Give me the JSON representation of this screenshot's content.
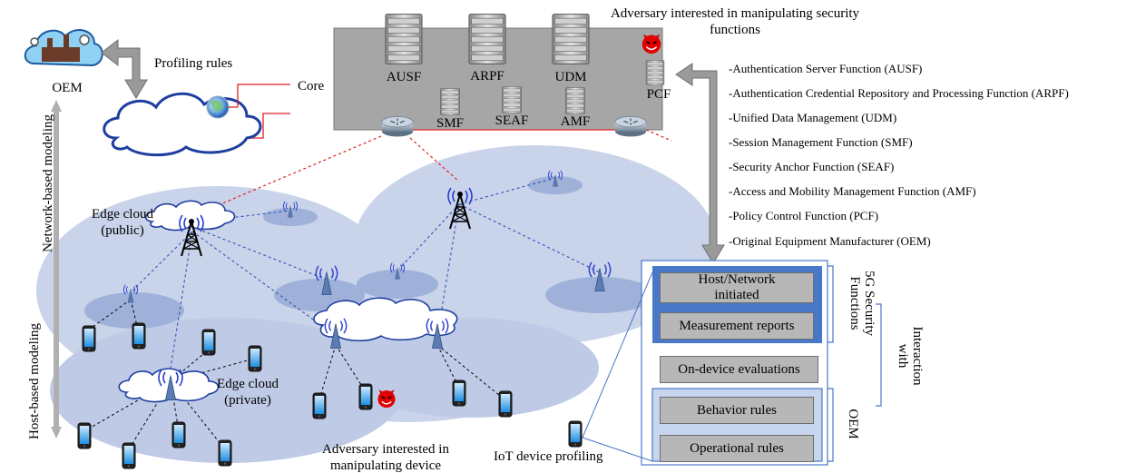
{
  "oem": {
    "label": "OEM"
  },
  "profiling_rules": "Profiling rules",
  "core": {
    "label": "Core",
    "functions": [
      "AUSF",
      "ARPF",
      "UDM",
      "SMF",
      "SEAF",
      "AMF",
      "PCF"
    ]
  },
  "adversary_top": {
    "line1": "Adversary interested in manipulating security",
    "line2": "functions"
  },
  "legend": [
    "-Authentication Server Function (AUSF)",
    "-Authentication Credential Repository and Processing Function (ARPF)",
    "-Unified Data Management (UDM)",
    "-Session Management Function (SMF)",
    "-Security Anchor Function (SEAF)",
    "-Access and Mobility Management Function (AMF)",
    "-Policy Control Function (PCF)",
    "-Original Equipment Manufacturer (OEM)"
  ],
  "side_labels": {
    "network": "Network-based modeling",
    "host": "Host-based modeling"
  },
  "edge_public": {
    "line1": "Edge cloud",
    "line2": "(public)"
  },
  "edge_private": {
    "line1": "Edge cloud",
    "line2": "(private)"
  },
  "adversary_bottom": {
    "line1": "Adversary interested in",
    "line2": "manipulating device"
  },
  "iot_profiling": "IoT device profiling",
  "panel": {
    "host_network": {
      "line1": "Host/Network",
      "line2": "initiated"
    },
    "measurement_reports": "Measurement reports",
    "on_device": "On-device evaluations",
    "behavior_rules": "Behavior rules",
    "operational_rules": "Operational rules",
    "security_functions": {
      "line1": "5G Security",
      "line2": "Functions"
    },
    "interaction": {
      "line1": "Interaction",
      "line2": "with"
    },
    "oem": "OEM"
  },
  "colors": {
    "cell": "#c9d3e9",
    "cell_dark": "#9fb1d9",
    "core_box": "#a6a6a6",
    "red_link": "#e02020",
    "blue_link": "#3055b8",
    "panel_blue": "#4a78c8",
    "panel_light": "#c7d5ef",
    "arrow_gray": "#9a9a9a"
  }
}
